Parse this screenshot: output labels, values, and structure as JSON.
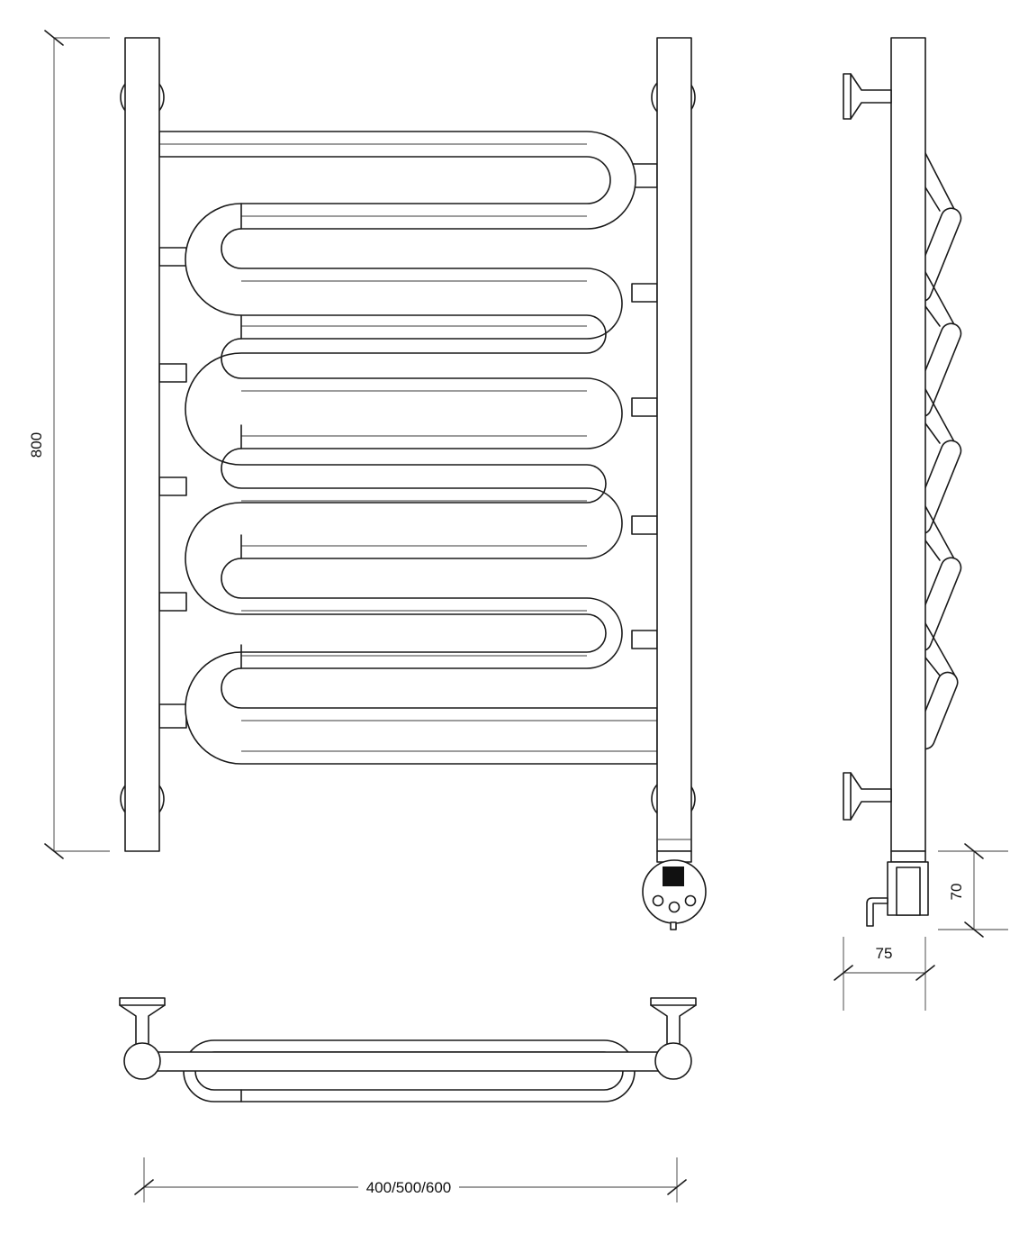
{
  "dimensions": {
    "height": "800",
    "width": "400/500/600",
    "depth": "75",
    "unit_height": "70"
  }
}
